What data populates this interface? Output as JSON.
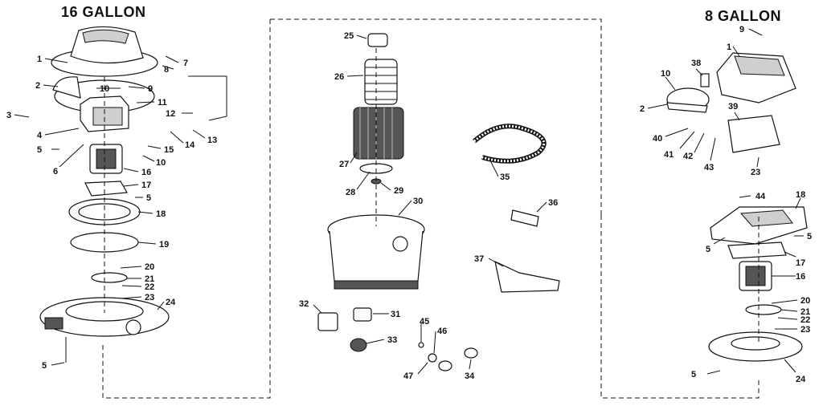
{
  "headings": {
    "left": "16 GALLON",
    "right": "8 GALLON"
  },
  "labels": {
    "l1": "1",
    "l2": "2",
    "l3": "3",
    "l4": "4",
    "l5a": "5",
    "l6": "6",
    "l7": "7",
    "l8": "8",
    "l9": "9",
    "l10a": "10",
    "l11": "11",
    "l12": "12",
    "l13": "13",
    "l14": "14",
    "l15": "15",
    "l10b": "10",
    "l16": "16",
    "l17": "17",
    "l5b": "5",
    "l18": "18",
    "l19": "19",
    "l20": "20",
    "l21": "21",
    "l22": "22",
    "l23": "23",
    "l24": "24",
    "l5c": "5",
    "c25": "25",
    "c26": "26",
    "c27": "27",
    "c28": "28",
    "c29": "29",
    "c30": "30",
    "c31": "31",
    "c32": "32",
    "c33": "33",
    "c34": "34",
    "c35": "35",
    "c36": "36",
    "c37": "37",
    "c45": "45",
    "c46": "46",
    "c47": "47",
    "r9": "9",
    "r1": "1",
    "r38": "38",
    "r10": "10",
    "r2": "2",
    "r39": "39",
    "r40": "40",
    "r41": "41",
    "r42": "42",
    "r43": "43",
    "r23a": "23",
    "r44": "44",
    "r18": "18",
    "r5a": "5",
    "r5b": "5",
    "r17": "17",
    "r16": "16",
    "r20": "20",
    "r21": "21",
    "r22": "22",
    "r23b": "23",
    "r5c": "5",
    "r24": "24"
  },
  "colors": {
    "ink": "#111111",
    "paper": "#ffffff",
    "shade": "#cfcfcf"
  }
}
